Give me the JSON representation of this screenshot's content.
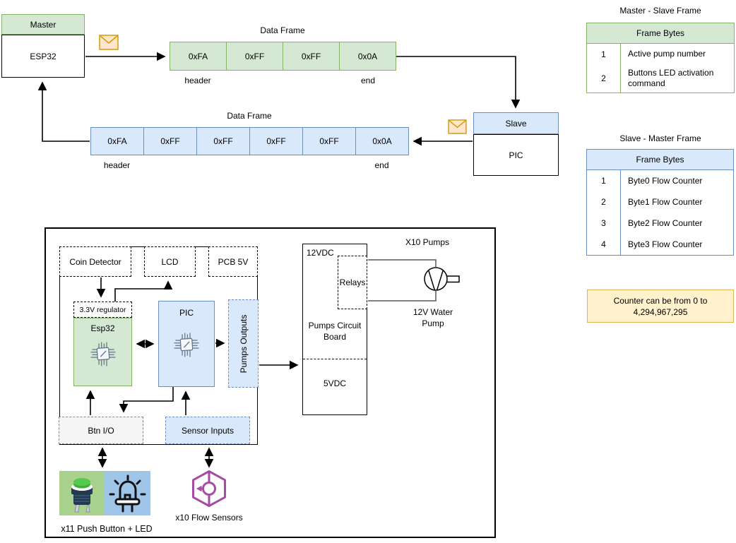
{
  "colors": {
    "green_fill": "#d5e8d4",
    "green_border": "#82b366",
    "blue_fill": "#dae8fc",
    "blue_border": "#6c8ebf",
    "orange_fill": "#ffe6cc",
    "orange_border": "#d79b00",
    "yellow_fill": "#fff2cc",
    "yellow_border": "#d6b656",
    "sensor_purple": "#a64ca6"
  },
  "sequence": {
    "master": {
      "header": "Master",
      "body": "ESP32"
    },
    "slave": {
      "header": "Slave",
      "body": "PIC"
    },
    "master_frame": {
      "title": "Data Frame",
      "bytes": [
        "0xFA",
        "0xFF",
        "0xFF",
        "0x0A"
      ],
      "header_label": "header",
      "end_label": "end"
    },
    "slave_frame": {
      "title": "Data Frame",
      "bytes": [
        "0xFA",
        "0xFF",
        "0xFF",
        "0xFF",
        "0xFF",
        "0x0A"
      ],
      "header_label": "header",
      "end_label": "end"
    }
  },
  "frame_tables": {
    "master_slave": {
      "title": "Master - Slave Frame",
      "header": "Frame Bytes",
      "rows": [
        {
          "num": "1",
          "desc": "Active pump number"
        },
        {
          "num": "2",
          "desc": "Buttons LED activation command"
        }
      ]
    },
    "slave_master": {
      "title": "Slave - Master Frame",
      "header": "Frame Bytes",
      "rows": [
        {
          "num": "1",
          "desc": "Byte0 Flow Counter"
        },
        {
          "num": "2",
          "desc": "Byte1 Flow Counter"
        },
        {
          "num": "3",
          "desc": "Byte2 Flow Counter"
        },
        {
          "num": "4",
          "desc": "Byte3 Flow Counter"
        }
      ]
    }
  },
  "note": {
    "text": "Counter can be from 0 to 4,294,967,295"
  },
  "system": {
    "coin_detector": "Coin Detector",
    "lcd": "LCD",
    "pcb_5v": "PCB 5V",
    "regulator": "3.3V regulator",
    "esp32": "Esp32",
    "pic": "PIC",
    "pumps_outputs": "Pumps Outputs",
    "btn_io": "Btn I/O",
    "sensor_inputs": "Sensor Inputs",
    "push_button_label": "x11 Push Button + LED",
    "flow_sensors_label": "x10 Flow Sensors",
    "board": {
      "v12": "12VDC",
      "relays": "Relays",
      "name": "Pumps Circuit Board",
      "v5": "5VDC"
    },
    "pumps_title": "X10 Pumps",
    "water_pump_label": "12V Water Pump"
  }
}
